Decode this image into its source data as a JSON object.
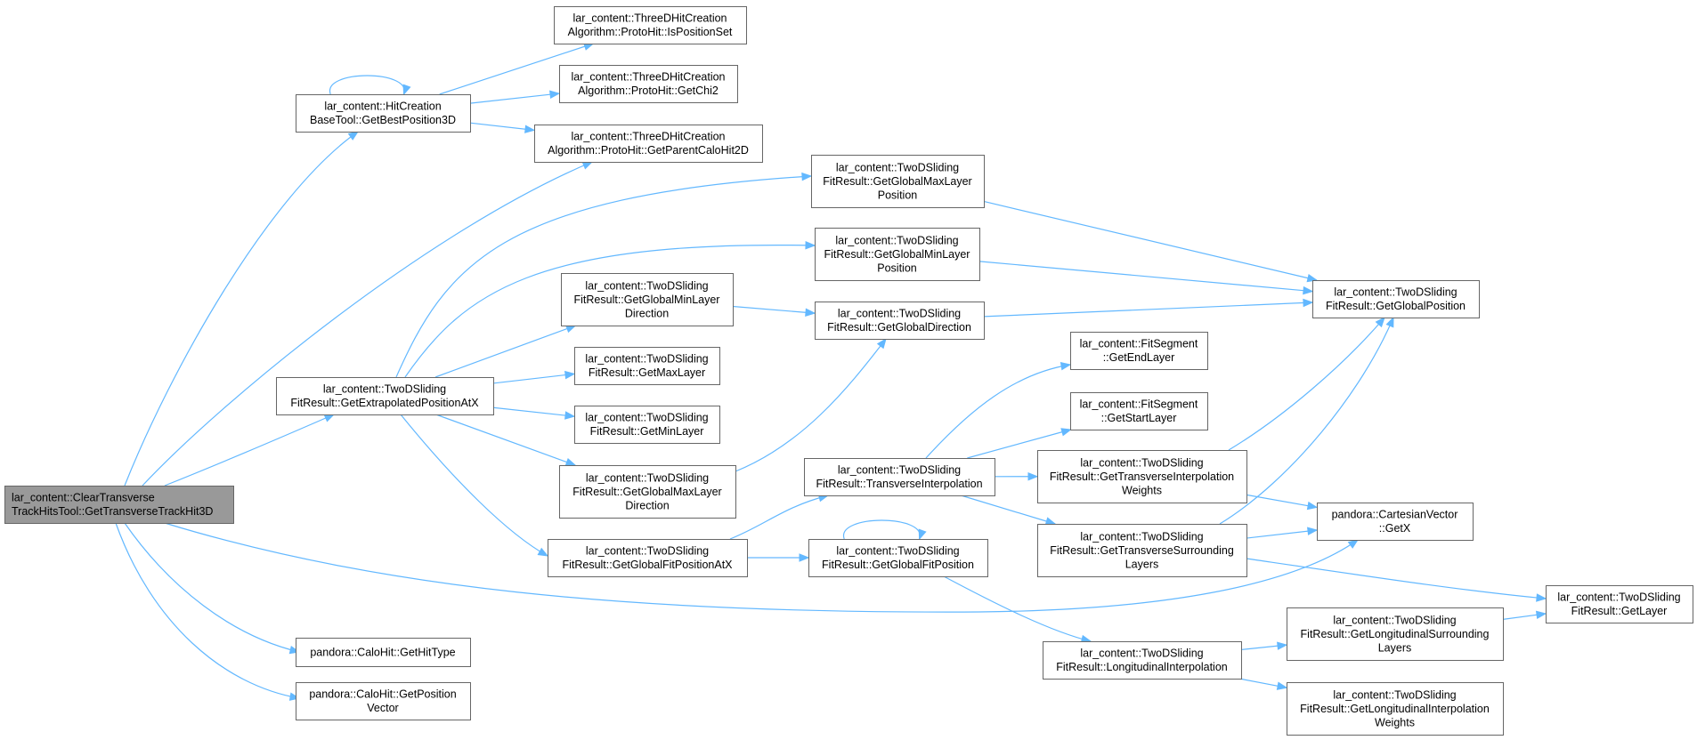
{
  "graph": {
    "nodes": [
      {
        "id": "root",
        "lines": [
          "lar_content::ClearTransverse",
          "TrackHitsTool::GetTransverseTrackHit3D"
        ],
        "root": true
      },
      {
        "id": "hitcreation",
        "lines": [
          "lar_content::HitCreation",
          "BaseTool::GetBestPosition3D"
        ]
      },
      {
        "id": "isposset",
        "lines": [
          "lar_content::ThreeDHitCreation",
          "Algorithm::ProtoHit::IsPositionSet"
        ]
      },
      {
        "id": "getchi2",
        "lines": [
          "lar_content::ThreeDHitCreation",
          "Algorithm::ProtoHit::GetChi2"
        ]
      },
      {
        "id": "getparent",
        "lines": [
          "lar_content::ThreeDHitCreation",
          "Algorithm::ProtoHit::GetParentCaloHit2D"
        ]
      },
      {
        "id": "extrap",
        "lines": [
          "lar_content::TwoDSliding",
          "FitResult::GetExtrapolatedPositionAtX"
        ]
      },
      {
        "id": "gmaxlayerpos",
        "lines": [
          "lar_content::TwoDSliding",
          "FitResult::GetGlobalMaxLayer",
          "Position"
        ]
      },
      {
        "id": "gminlayerpos",
        "lines": [
          "lar_content::TwoDSliding",
          "FitResult::GetGlobalMinLayer",
          "Position"
        ]
      },
      {
        "id": "gminlayerdir",
        "lines": [
          "lar_content::TwoDSliding",
          "FitResult::GetGlobalMinLayer",
          "Direction"
        ]
      },
      {
        "id": "gdir",
        "lines": [
          "lar_content::TwoDSliding",
          "FitResult::GetGlobalDirection"
        ]
      },
      {
        "id": "gpos",
        "lines": [
          "lar_content::TwoDSliding",
          "FitResult::GetGlobalPosition"
        ]
      },
      {
        "id": "maxlayer",
        "lines": [
          "lar_content::TwoDSliding",
          "FitResult::GetMaxLayer"
        ]
      },
      {
        "id": "minlayer",
        "lines": [
          "lar_content::TwoDSliding",
          "FitResult::GetMinLayer"
        ]
      },
      {
        "id": "gmaxlayerdir",
        "lines": [
          "lar_content::TwoDSliding",
          "FitResult::GetGlobalMaxLayer",
          "Direction"
        ]
      },
      {
        "id": "gfitposatx",
        "lines": [
          "lar_content::TwoDSliding",
          "FitResult::GetGlobalFitPositionAtX"
        ]
      },
      {
        "id": "transinterp",
        "lines": [
          "lar_content::TwoDSliding",
          "FitResult::TransverseInterpolation"
        ]
      },
      {
        "id": "gfitpos",
        "lines": [
          "lar_content::TwoDSliding",
          "FitResult::GetGlobalFitPosition"
        ]
      },
      {
        "id": "endlayer",
        "lines": [
          "lar_content::FitSegment",
          "::GetEndLayer"
        ]
      },
      {
        "id": "startlayer",
        "lines": [
          "lar_content::FitSegment",
          "::GetStartLayer"
        ]
      },
      {
        "id": "transweights",
        "lines": [
          "lar_content::TwoDSliding",
          "FitResult::GetTransverseInterpolation",
          "Weights"
        ]
      },
      {
        "id": "transsurr",
        "lines": [
          "lar_content::TwoDSliding",
          "FitResult::GetTransverseSurrounding",
          "Layers"
        ]
      },
      {
        "id": "getx",
        "lines": [
          "pandora::CartesianVector",
          "::GetX"
        ]
      },
      {
        "id": "getlayer",
        "lines": [
          "lar_content::TwoDSliding",
          "FitResult::GetLayer"
        ]
      },
      {
        "id": "longinterp",
        "lines": [
          "lar_content::TwoDSliding",
          "FitResult::LongitudinalInterpolation"
        ]
      },
      {
        "id": "longsurr",
        "lines": [
          "lar_content::TwoDSliding",
          "FitResult::GetLongitudinalSurrounding",
          "Layers"
        ]
      },
      {
        "id": "longweights",
        "lines": [
          "lar_content::TwoDSliding",
          "FitResult::GetLongitudinalInterpolation",
          "Weights"
        ]
      },
      {
        "id": "hittype",
        "lines": [
          "pandora::CaloHit::GetHitType"
        ]
      },
      {
        "id": "posvector",
        "lines": [
          "pandora::CaloHit::GetPosition",
          "Vector"
        ]
      }
    ],
    "edges": [
      {
        "from": "root",
        "to": "hitcreation"
      },
      {
        "from": "root",
        "to": "getparent"
      },
      {
        "from": "root",
        "to": "extrap"
      },
      {
        "from": "root",
        "to": "getx"
      },
      {
        "from": "root",
        "to": "hittype"
      },
      {
        "from": "root",
        "to": "posvector"
      },
      {
        "from": "hitcreation",
        "to": "hitcreation"
      },
      {
        "from": "hitcreation",
        "to": "isposset"
      },
      {
        "from": "hitcreation",
        "to": "getchi2"
      },
      {
        "from": "hitcreation",
        "to": "getparent"
      },
      {
        "from": "extrap",
        "to": "gmaxlayerpos"
      },
      {
        "from": "extrap",
        "to": "gminlayerpos"
      },
      {
        "from": "extrap",
        "to": "gminlayerdir"
      },
      {
        "from": "extrap",
        "to": "maxlayer"
      },
      {
        "from": "extrap",
        "to": "minlayer"
      },
      {
        "from": "extrap",
        "to": "gmaxlayerdir"
      },
      {
        "from": "extrap",
        "to": "gfitposatx"
      },
      {
        "from": "gmaxlayerpos",
        "to": "gpos"
      },
      {
        "from": "gminlayerpos",
        "to": "gpos"
      },
      {
        "from": "gminlayerdir",
        "to": "gdir"
      },
      {
        "from": "gdir",
        "to": "gpos"
      },
      {
        "from": "gmaxlayerdir",
        "to": "gdir"
      },
      {
        "from": "gfitposatx",
        "to": "transinterp"
      },
      {
        "from": "gfitposatx",
        "to": "gfitpos"
      },
      {
        "from": "gfitpos",
        "to": "gfitpos"
      },
      {
        "from": "gfitpos",
        "to": "longinterp"
      },
      {
        "from": "transinterp",
        "to": "endlayer"
      },
      {
        "from": "transinterp",
        "to": "startlayer"
      },
      {
        "from": "transinterp",
        "to": "transweights"
      },
      {
        "from": "transinterp",
        "to": "transsurr"
      },
      {
        "from": "transweights",
        "to": "gpos"
      },
      {
        "from": "transweights",
        "to": "getx"
      },
      {
        "from": "transsurr",
        "to": "gpos"
      },
      {
        "from": "transsurr",
        "to": "getx"
      },
      {
        "from": "transsurr",
        "to": "getlayer"
      },
      {
        "from": "longinterp",
        "to": "longsurr"
      },
      {
        "from": "longinterp",
        "to": "longweights"
      },
      {
        "from": "longsurr",
        "to": "getlayer"
      }
    ]
  },
  "colors": {
    "edge": "#63b8ff",
    "node_border": "#666666",
    "node_fill": "#ffffff",
    "root_fill": "#999999"
  }
}
